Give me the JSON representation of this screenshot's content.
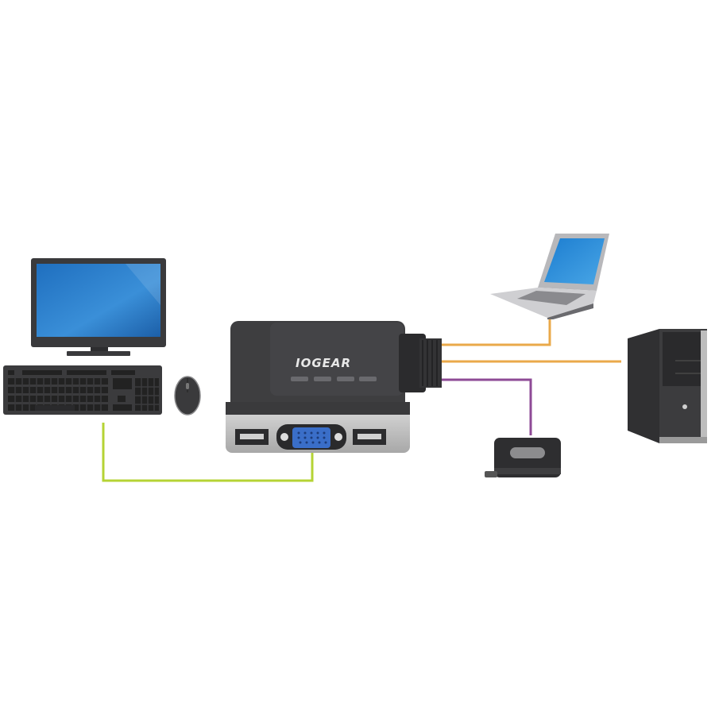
{
  "diagram": {
    "title": "",
    "brand_label": "IOGEAR",
    "nodes": [
      {
        "id": "monitor",
        "label": "Monitor"
      },
      {
        "id": "keyboard",
        "label": "Keyboard"
      },
      {
        "id": "mouse",
        "label": "Mouse"
      },
      {
        "id": "kvm_switch",
        "label": "KVM Switch"
      },
      {
        "id": "laptop",
        "label": "Laptop"
      },
      {
        "id": "desktop_tower",
        "label": "Desktop Tower PC"
      },
      {
        "id": "remote_button",
        "label": "Remote Port Selector"
      }
    ],
    "edges": [
      {
        "from": "keyboard_mouse_monitor_console",
        "to": "kvm_switch",
        "color": "#b5d334"
      },
      {
        "from": "kvm_switch",
        "to": "laptop",
        "color": "#eaa94a"
      },
      {
        "from": "kvm_switch",
        "to": "desktop_tower",
        "color": "#eaa94a"
      },
      {
        "from": "kvm_switch",
        "to": "remote_button",
        "color": "#8e4a96"
      }
    ],
    "switch_port_indicators": 4
  }
}
